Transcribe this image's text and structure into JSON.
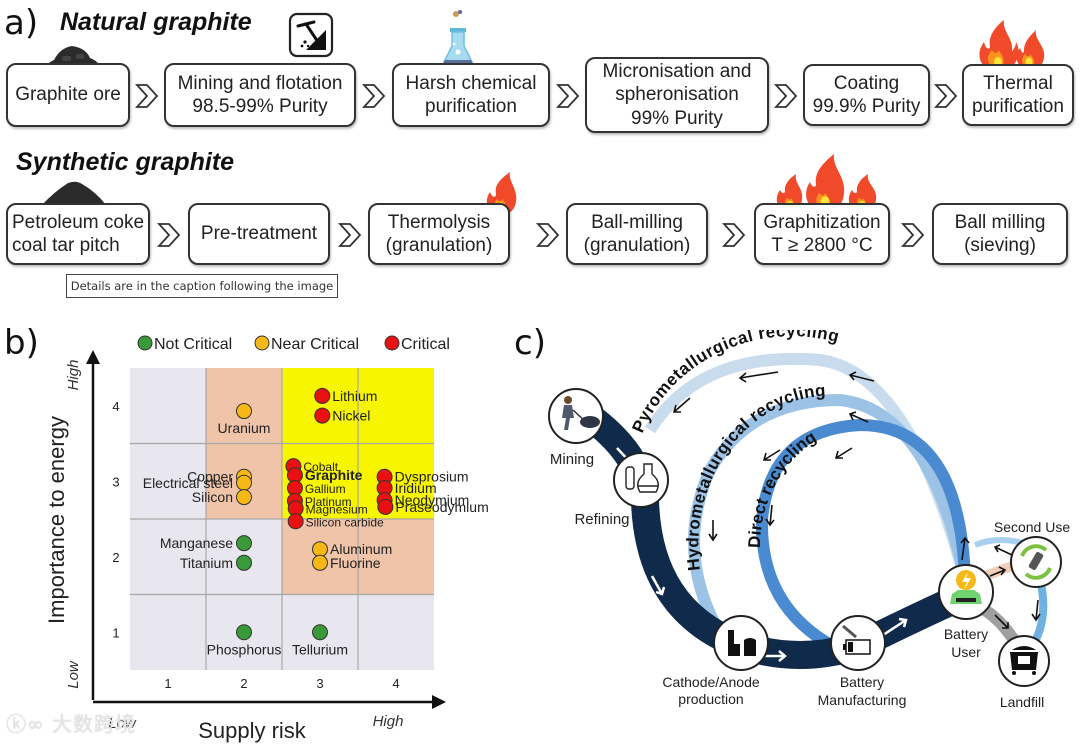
{
  "panel_a": {
    "label": "a)",
    "natural": {
      "title": "Natural graphite",
      "steps": [
        {
          "text": "Graphite ore",
          "icon": "graphite-ore-pile-icon"
        },
        {
          "text": "Mining and flotation\n98.5-99% Purity",
          "icon": "mining-pickaxe-icon"
        },
        {
          "text": "Harsh chemical\npurification",
          "icon": "chemical-flask-icon"
        },
        {
          "text": "Micronisation and\nspheronisation\n99% Purity",
          "icon": ""
        },
        {
          "text": "Coating\n99.9% Purity",
          "icon": ""
        },
        {
          "text": "Thermal\npurification",
          "icon": "fire-icon"
        }
      ]
    },
    "synthetic": {
      "title": "Synthetic graphite",
      "steps": [
        {
          "text": "Petroleum coke\ncoal tar pitch",
          "icon": "coke-pile-icon"
        },
        {
          "text": "Pre-treatment",
          "icon": ""
        },
        {
          "text": "Thermolysis\n(granulation)",
          "icon": "fire-icon"
        },
        {
          "text": "Ball-milling\n(granulation)",
          "icon": ""
        },
        {
          "text": "Graphitization\nT ≥ 2800 °C",
          "icon": "fire-icon"
        },
        {
          "text": "Ball milling\n(sieving)",
          "icon": ""
        }
      ]
    },
    "tooltip": "Details are in the caption following the image"
  },
  "panel_b": {
    "label": "b)"
  },
  "chart_data": {
    "type": "scatter",
    "title": "",
    "xlabel": "Supply risk",
    "ylabel": "Importance to energy",
    "x_low_label": "Low",
    "x_high_label": "High",
    "y_low_label": "Low",
    "y_high_label": "High",
    "x_ticks": [
      "1",
      "2",
      "3",
      "4"
    ],
    "y_ticks": [
      "1",
      "2",
      "3",
      "4"
    ],
    "xlim": [
      0.5,
      4.5
    ],
    "ylim": [
      0.5,
      4.5
    ],
    "grid": true,
    "legend_position": "top",
    "legend": [
      {
        "name": "Not Critical",
        "color": "#3a9a3a"
      },
      {
        "name": "Near Critical",
        "color": "#f5b817"
      },
      {
        "name": "Critical",
        "color": "#e81010"
      }
    ],
    "zones": [
      {
        "x": [
          0.5,
          1.5
        ],
        "y": [
          0.5,
          4.5
        ],
        "class": "Not Critical",
        "color": "#e8e6ee"
      },
      {
        "x": [
          1.5,
          2.5
        ],
        "y": [
          2.5,
          4.5
        ],
        "class": "Near Critical",
        "color": "#f0c4a8"
      },
      {
        "x": [
          1.5,
          2.5
        ],
        "y": [
          0.5,
          2.5
        ],
        "class": "Not Critical",
        "color": "#e8e6ee"
      },
      {
        "x": [
          2.5,
          4.5
        ],
        "y": [
          2.5,
          4.5
        ],
        "class": "Critical",
        "color": "#f7f500"
      },
      {
        "x": [
          2.5,
          4.5
        ],
        "y": [
          1.5,
          2.5
        ],
        "class": "Near Critical",
        "color": "#f0c4a8"
      },
      {
        "x": [
          2.5,
          4.5
        ],
        "y": [
          0.5,
          1.5
        ],
        "class": "Not Critical",
        "color": "#e8e6ee"
      }
    ],
    "points": [
      {
        "name": "Lithium",
        "x": 3.03,
        "y": 4.13,
        "class": "Critical",
        "label_side": "right"
      },
      {
        "name": "Nickel",
        "x": 3.03,
        "y": 3.87,
        "class": "Critical",
        "label_side": "right"
      },
      {
        "name": "Uranium",
        "x": 2.0,
        "y": 3.93,
        "class": "Near Critical",
        "label_side": "below"
      },
      {
        "name": "Cobalt",
        "x": 2.65,
        "y": 3.2,
        "class": "Critical",
        "label_side": "right"
      },
      {
        "name": "Graphite",
        "x": 2.67,
        "y": 3.08,
        "class": "Critical",
        "label_side": "right",
        "bold": true
      },
      {
        "name": "Gallium",
        "x": 2.67,
        "y": 2.91,
        "class": "Critical",
        "label_side": "right"
      },
      {
        "name": "Platinum",
        "x": 2.67,
        "y": 2.74,
        "class": "Critical",
        "label_side": "right"
      },
      {
        "name": "Magnesium",
        "x": 2.68,
        "y": 2.64,
        "class": "Critical",
        "label_side": "right"
      },
      {
        "name": "Silicon carbide",
        "x": 2.68,
        "y": 2.47,
        "class": "Critical",
        "label_side": "right"
      },
      {
        "name": "Dysprosium",
        "x": 3.85,
        "y": 3.06,
        "class": "Critical",
        "label_side": "right"
      },
      {
        "name": "Iridium",
        "x": 3.85,
        "y": 2.91,
        "class": "Critical",
        "label_side": "right"
      },
      {
        "name": "Neodymium",
        "x": 3.85,
        "y": 2.75,
        "class": "Critical",
        "label_side": "right"
      },
      {
        "name": "Praseodymium",
        "x": 3.86,
        "y": 2.66,
        "class": "Critical",
        "label_side": "right"
      },
      {
        "name": "Copper",
        "x": 2.0,
        "y": 3.06,
        "class": "Near Critical",
        "label_side": "left"
      },
      {
        "name": "Electrical steel",
        "x": 2.0,
        "y": 2.98,
        "class": "Near Critical",
        "label_side": "left"
      },
      {
        "name": "Silicon",
        "x": 2.0,
        "y": 2.79,
        "class": "Near Critical",
        "label_side": "left"
      },
      {
        "name": "Manganese",
        "x": 2.0,
        "y": 2.18,
        "class": "Not Critical",
        "label_side": "left"
      },
      {
        "name": "Titanium",
        "x": 2.0,
        "y": 1.92,
        "class": "Not Critical",
        "label_side": "left"
      },
      {
        "name": "Aluminum",
        "x": 3.0,
        "y": 2.1,
        "class": "Near Critical",
        "label_side": "right"
      },
      {
        "name": "Fluorine",
        "x": 3.0,
        "y": 1.92,
        "class": "Near Critical",
        "label_side": "right"
      },
      {
        "name": "Phosphorus",
        "x": 2.0,
        "y": 1.0,
        "class": "Not Critical",
        "label_side": "below"
      },
      {
        "name": "Tellurium",
        "x": 3.0,
        "y": 1.0,
        "class": "Not Critical",
        "label_side": "below"
      }
    ]
  },
  "panel_c": {
    "label": "c)",
    "loops": [
      {
        "name": "Pyrometallurgical recycling",
        "color": "#c9dcee"
      },
      {
        "name": "Hydrometallurgical recycling",
        "color": "#9cc3e6"
      },
      {
        "name": "Direct recycling",
        "color": "#4a8ad0"
      }
    ],
    "main_path_color": "#0f2a4a",
    "nodes": [
      {
        "name": "Mining",
        "icon": "miner-icon"
      },
      {
        "name": "Refining",
        "icon": "lab-glassware-icon"
      },
      {
        "name": "Cathode/Anode\nproduction",
        "icon": "factory-icon"
      },
      {
        "name": "Battery\nManufacturing",
        "icon": "battery-wrench-icon"
      },
      {
        "name": "Battery\nUser",
        "icon": "electric-car-icon"
      },
      {
        "name": "Second Use",
        "icon": "battery-recycle-icon"
      },
      {
        "name": "Landfill",
        "icon": "dumpster-icon"
      }
    ]
  },
  "watermark": "大数跨境"
}
